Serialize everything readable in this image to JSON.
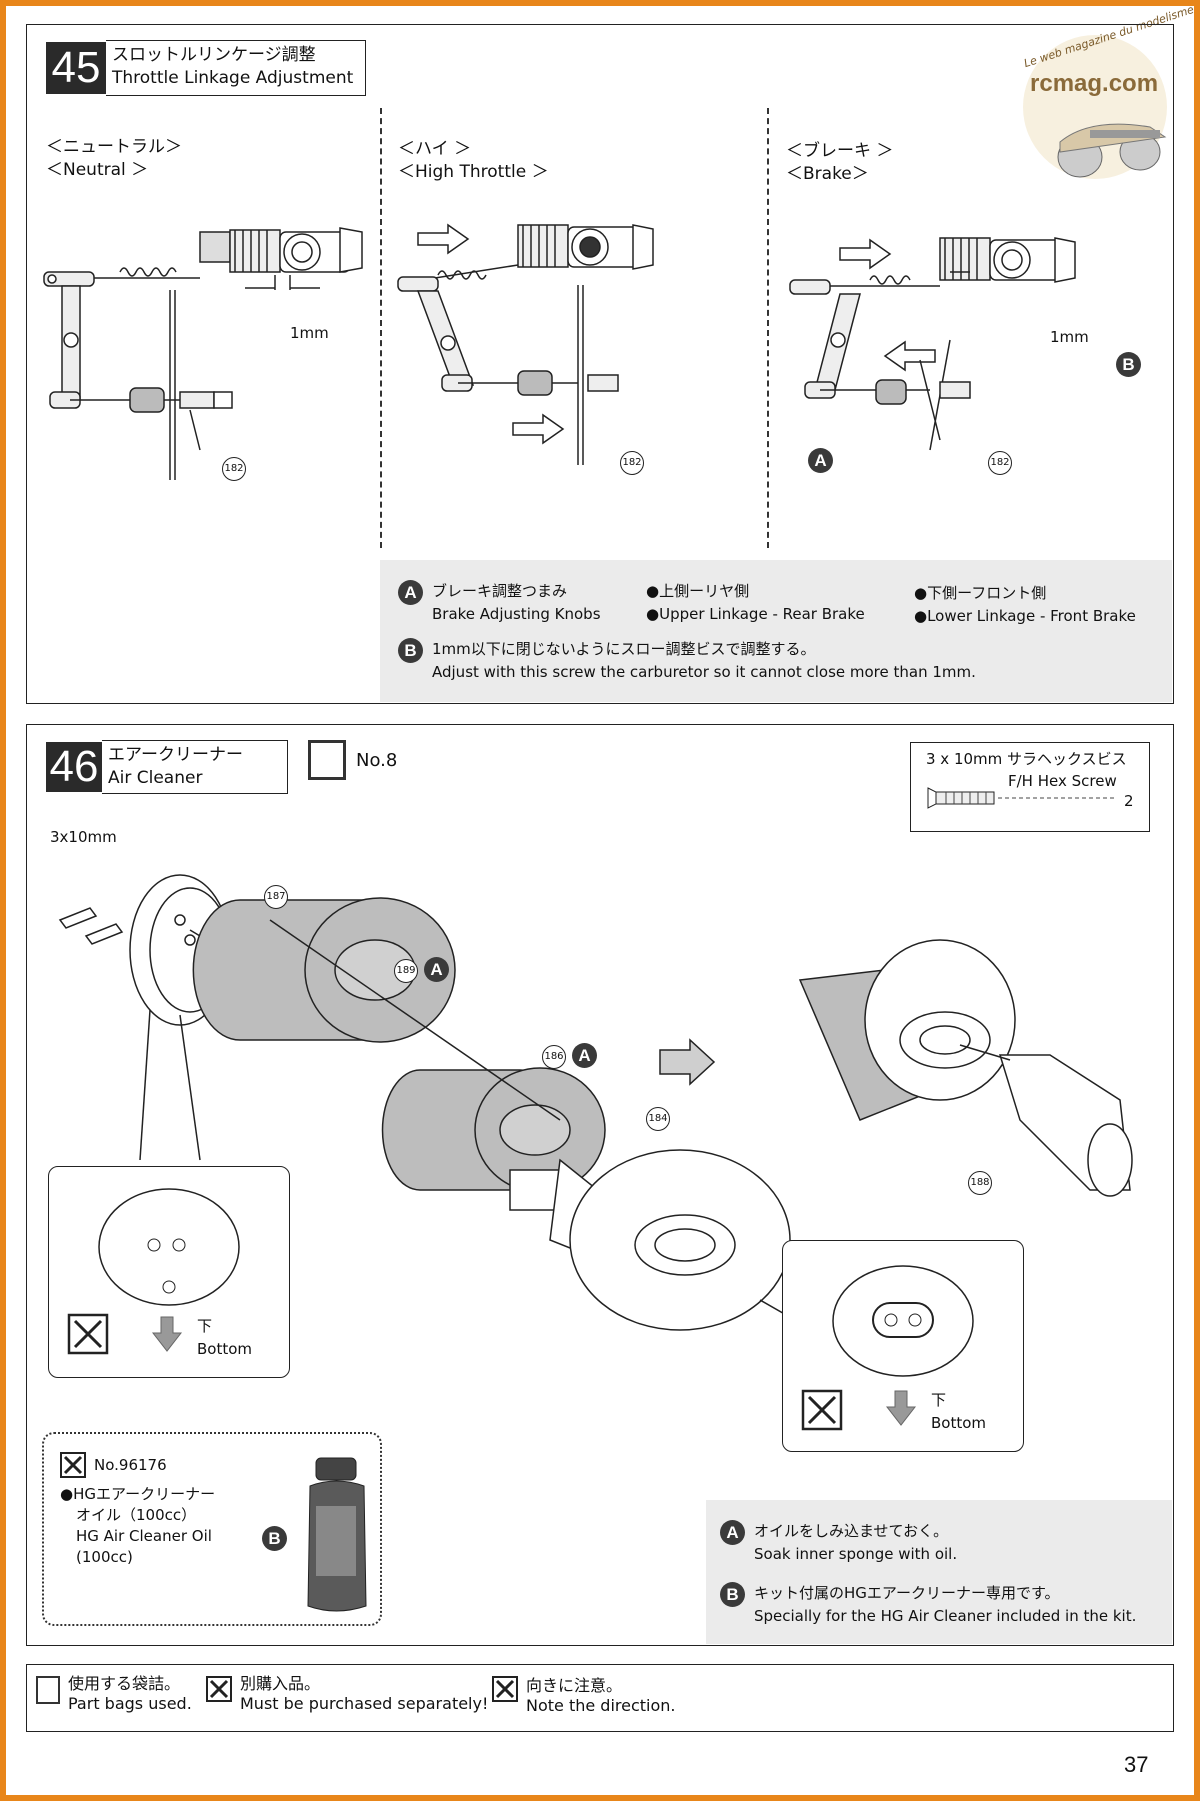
{
  "watermark": {
    "tagline": "Le web magazine du modelisme",
    "site": "rcmag.com"
  },
  "step45": {
    "number": "45",
    "title_jp": "スロットルリンケージ調整",
    "title_en": "Throttle Linkage Adjustment",
    "views": [
      {
        "label_jp": "＜ニュートラル＞",
        "label_en": "＜Neutral ＞",
        "gap": "1mm",
        "part": "182"
      },
      {
        "label_jp": "＜ハイ ＞",
        "label_en": "＜High Throttle ＞",
        "part": "182"
      },
      {
        "label_jp": "＜ブレーキ ＞",
        "label_en": "＜Brake＞",
        "gap": "1mm",
        "part": "182",
        "marker_a": "A",
        "marker_b": "B"
      }
    ],
    "notes": {
      "a_letter": "A",
      "a_jp": "ブレーキ調整つまみ",
      "a_en": "Brake Adjusting Knobs",
      "upper_jp": "●上側ーリヤ側",
      "upper_en": "●Upper Linkage - Rear Brake",
      "lower_jp": "●下側ーフロント側",
      "lower_en": "●Lower Linkage - Front Brake",
      "b_letter": "B",
      "b_jp": "1mm以下に閉じないようにスロー調整ビスで調整する。",
      "b_en": "Adjust with this screw the carburetor so it cannot close more than 1mm."
    }
  },
  "step46": {
    "number": "46",
    "title_jp": "エアークリーナー",
    "title_en": "Air Cleaner",
    "bag": "No.8",
    "screw": {
      "jp": "3 x 10mm サラヘックスビス",
      "en": "F/H Hex Screw",
      "qty": "2"
    },
    "screw_label": "3x10mm",
    "parts": {
      "p187": "187",
      "p189": "189",
      "p186": "186",
      "p184": "184",
      "p188": "188"
    },
    "marker_a": "A",
    "inset_left": {
      "jp": "下",
      "en": "Bottom"
    },
    "inset_right": {
      "jp": "下",
      "en": "Bottom"
    },
    "oil": {
      "number": "No.96176",
      "line1": "●HGエアークリーナー",
      "line2": "オイル（100cc）",
      "line3": "HG Air Cleaner Oil",
      "line4": "(100cc)",
      "marker": "B"
    },
    "notes": {
      "a_letter": "A",
      "a_jp": "オイルをしみ込ませておく。",
      "a_en": "Soak inner sponge with oil.",
      "b_letter": "B",
      "b_jp": "キット付属のHGエアークリーナー専用です。",
      "b_en": "Specially for the HG Air Cleaner included in the kit."
    }
  },
  "footer": {
    "bag_jp": "使用する袋詰。",
    "bag_en": "Part bags used.",
    "sep_jp": "別購入品。",
    "sep_en": "Must be purchased separately!",
    "dir_jp": "向きに注意。",
    "dir_en": "Note the direction."
  },
  "page_number": "37"
}
